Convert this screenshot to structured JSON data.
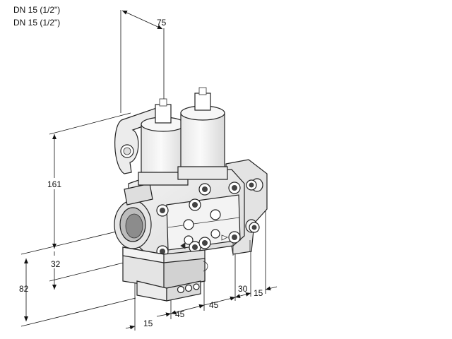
{
  "header": {
    "line1": "DN 15 (1/2\")",
    "line2": "DN 15 (1/2\")"
  },
  "dimensions": {
    "d75": "75",
    "d161": "161",
    "d32": "32",
    "d82": "82",
    "d15_bottom": "15",
    "d45_a": "45",
    "d45_b": "45",
    "d30": "30",
    "d15_right": "15"
  }
}
